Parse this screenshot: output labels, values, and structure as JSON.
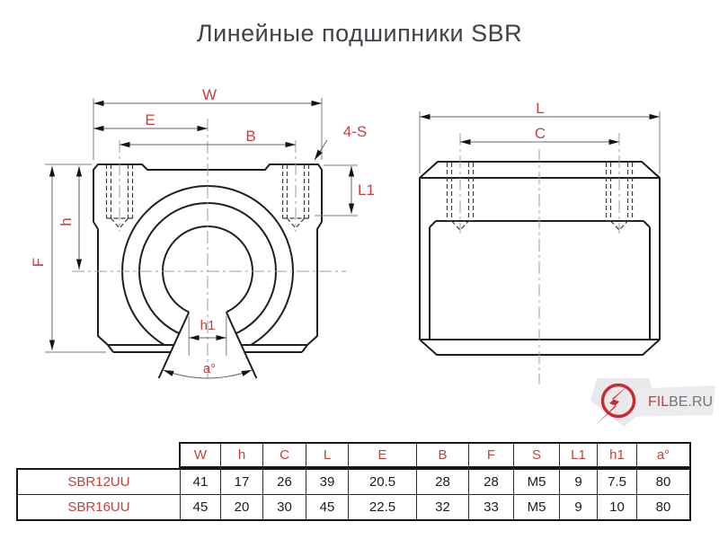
{
  "page": {
    "title": "Линейные подшипники SBR"
  },
  "colors": {
    "accent_red": "#c5403c",
    "outline": "#1f1f1f",
    "dimension_line": "#6b6b6b",
    "centerline": "#96a0ab",
    "logo_red": "#cf2630",
    "logo_gray_text": "#72767b"
  },
  "drawing": {
    "front_view": {
      "labels": {
        "W": "W",
        "E": "E",
        "B": "B",
        "fourS": "4-S",
        "L1": "L1",
        "h": "h",
        "F": "F",
        "h1": "h1",
        "a": "a°"
      }
    },
    "side_view": {
      "labels": {
        "L": "L",
        "C": "C"
      }
    }
  },
  "logo": {
    "text_red": "FIL",
    "text_gray": "BE.RU"
  },
  "table": {
    "headers": [
      "W",
      "h",
      "C",
      "L",
      "E",
      "B",
      "F",
      "S",
      "L1",
      "h1",
      "a°"
    ],
    "rows": [
      {
        "name": "SBR12UU",
        "values": [
          "41",
          "17",
          "26",
          "39",
          "20.5",
          "28",
          "28",
          "M5",
          "9",
          "7.5",
          "80"
        ]
      },
      {
        "name": "SBR16UU",
        "values": [
          "45",
          "20",
          "30",
          "45",
          "22.5",
          "32",
          "33",
          "M5",
          "9",
          "10",
          "80"
        ]
      }
    ]
  }
}
